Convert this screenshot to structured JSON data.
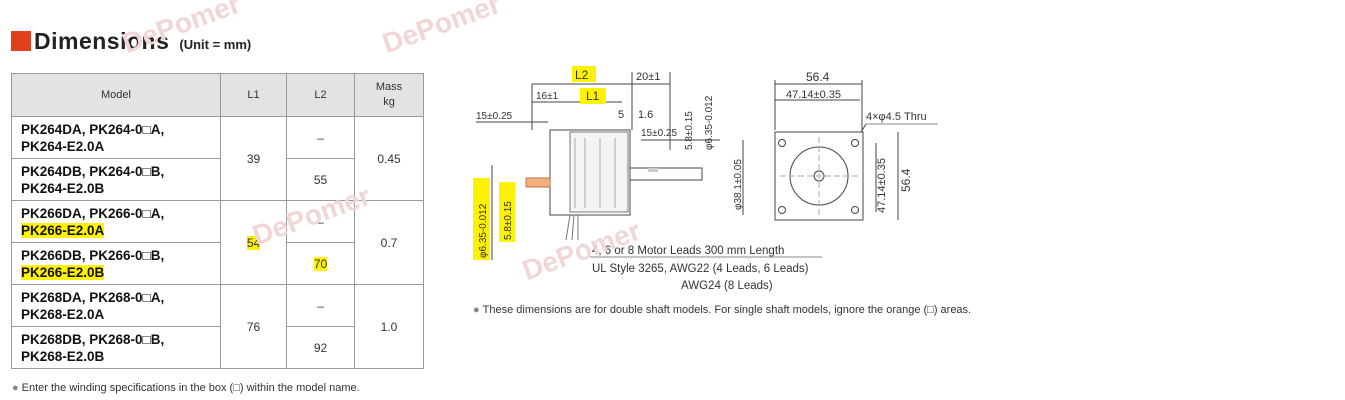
{
  "title": {
    "main": "Dimensions",
    "unit": "(Unit = mm)"
  },
  "table": {
    "headers": {
      "model": "Model",
      "l1": "L1",
      "l2": "L2",
      "mass_line1": "Mass",
      "mass_line2": "kg"
    },
    "rows": [
      {
        "model_line1": "PK264DA, PK264-0□A,",
        "model_line2": "PK264-E2.0A",
        "l1": "39",
        "l2": "–",
        "mass": "0.45"
      },
      {
        "model_line1": "PK264DB, PK264-0□B,",
        "model_line2": "PK264-E2.0B",
        "l2": "55"
      },
      {
        "model_line1": "PK266DA, PK266-0□A,",
        "model_line2": "PK266-E2.0A",
        "l1": "54",
        "l2": "–",
        "mass": "0.7"
      },
      {
        "model_line1": "PK266DB, PK266-0□B,",
        "model_line2": "PK266-E2.0B",
        "l2": "70"
      },
      {
        "model_line1": "PK268DA, PK268-0□A,",
        "model_line2": "PK268-E2.0A",
        "l1": "76",
        "l2": "–",
        "mass": "1.0"
      },
      {
        "model_line1": "PK268DB, PK268-0□B,",
        "model_line2": "PK268-E2.0B",
        "l2": "92"
      }
    ]
  },
  "notes": {
    "winding": "Enter the winding specifications in the box (□) within the model name.",
    "double_shaft": "These dimensions are for double shaft models. For single shaft models, ignore the orange (□) areas."
  },
  "drawing": {
    "side": {
      "l2": "L2",
      "l1": "L1",
      "d20": "20±1",
      "d16": "16±1",
      "d5": "5",
      "d16b": "1.6",
      "d15a": "15±0.25",
      "d15b": "15±0.25",
      "d58a": "5.8±0.15",
      "d635a": "φ6.35-0.012",
      "d58b": "5.8±0.15",
      "d635b": "φ6.35-0.012",
      "d381": "φ38.1±0.05"
    },
    "front": {
      "w564": "56.4",
      "w4714": "47.14±0.35",
      "holes": "4×φ4.5 Thru",
      "h4714": "47.14±0.35",
      "h564": "56.4"
    },
    "leads": {
      "line1": "4, 6 or 8 Motor Leads 300 mm Length",
      "line2": "UL Style 3265, AWG22 (4 Leads, 6 Leads)",
      "line3": "AWG24 (8 Leads)"
    }
  },
  "watermarks": [
    "DePomer",
    "DePomer",
    "DePomer",
    "DePomer"
  ],
  "colors": {
    "accent": "#e0401b",
    "highlight": "#fff200",
    "header_bg": "#e3e3e3",
    "orange_area": "#f5b080"
  }
}
